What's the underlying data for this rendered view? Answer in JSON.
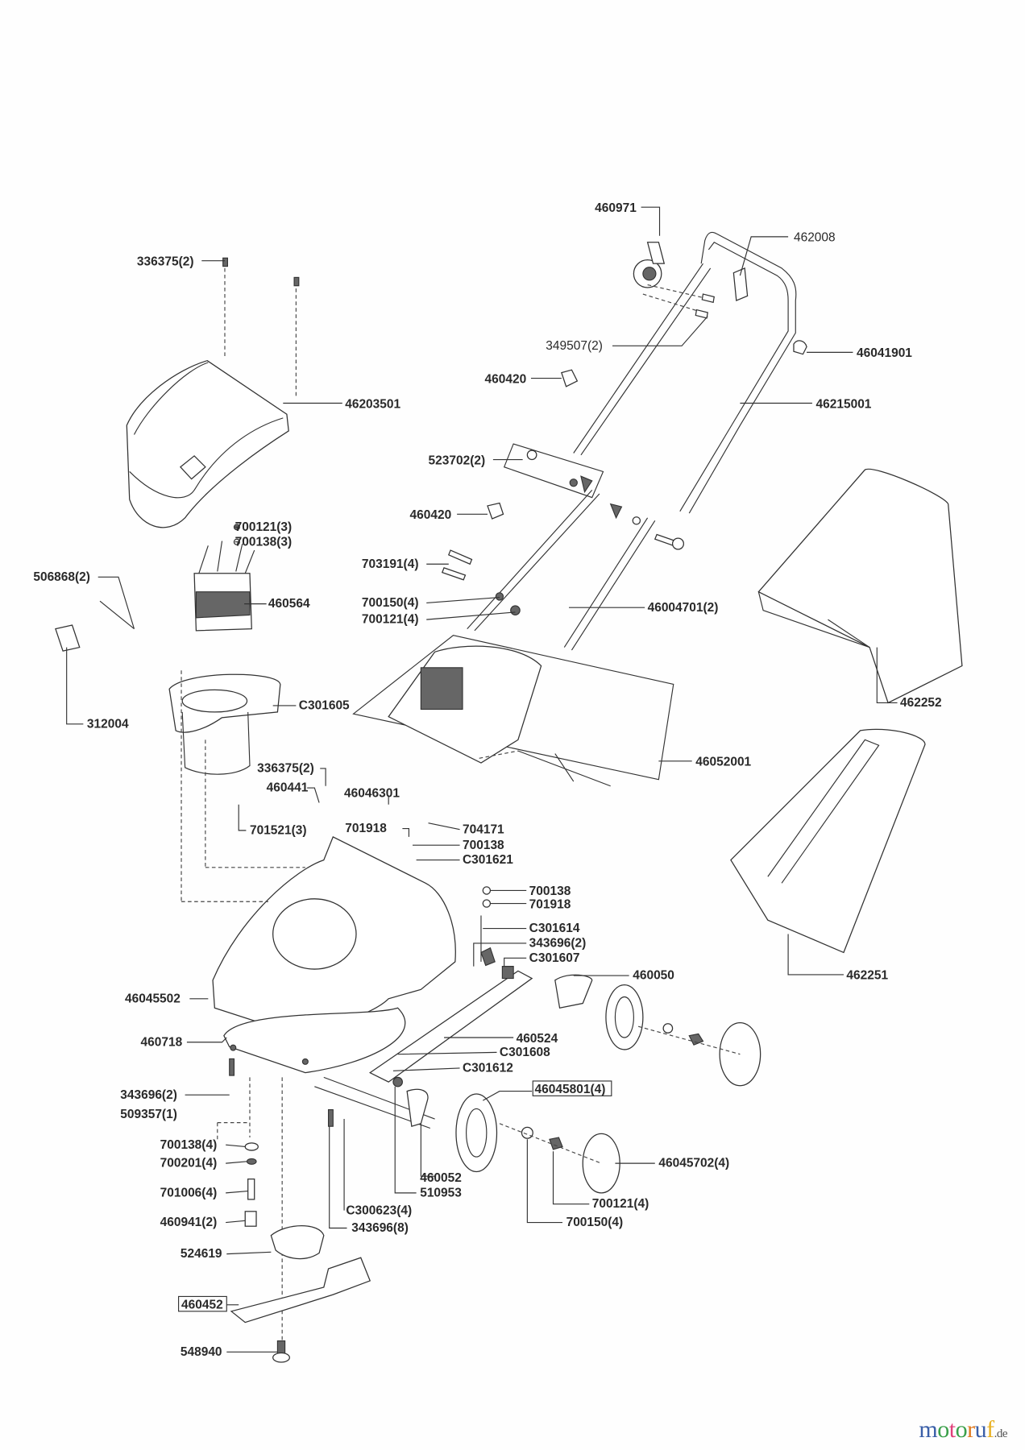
{
  "diagram": {
    "labels": {
      "l460971": "460971",
      "l462008": "462008",
      "l336375a": "336375(2)",
      "l349507": "349507(2)",
      "l46041901": "46041901",
      "l460420a": "460420",
      "l46203501": "46203501",
      "l46215001": "46215001",
      "l523702": "523702(2)",
      "l460420b": "460420",
      "l700121_3": "700121(3)",
      "l700138_3": "700138(3)",
      "l506868": "506868(2)",
      "l703191": "703191(4)",
      "l460564": "460564",
      "l700150_4a": "700150(4)",
      "l700121_4a": "700121(4)",
      "l46004701": "46004701(2)",
      "l312004": "312004",
      "lC301605": "C301605",
      "l462252": "462252",
      "l46052001": "46052001",
      "l336375b": "336375(2)",
      "l460441": "460441",
      "l46046301": "46046301",
      "l701918a": "701918",
      "l704171": "704171",
      "l700138a": "700138",
      "l701521": "701521(3)",
      "lC301621": "C301621",
      "l700138b": "700138",
      "l701918b": "701918",
      "lC301614": "C301614",
      "l343696_2a": "343696(2)",
      "lC301607": "C301607",
      "l460050": "460050",
      "l462251": "462251",
      "l46045502": "46045502",
      "l460524": "460524",
      "l460718": "460718",
      "lC301608": "C301608",
      "lC301612": "C301612",
      "l46045801": "46045801(4)",
      "l343696_2b": "343696(2)",
      "l509357": "509357(1)",
      "l700138_4": "700138(4)",
      "l700201_4": "700201(4)",
      "l460052": "460052",
      "l46045702": "46045702(4)",
      "l701006": "701006(4)",
      "l510953": "510953",
      "lC300623": "C300623(4)",
      "l700121_4b": "700121(4)",
      "l460941": "460941(2)",
      "l700150_4b": "700150(4)",
      "l343696_8": "343696(8)",
      "l524619": "524619",
      "l460452": "460452",
      "l548940": "548940"
    }
  },
  "watermark": {
    "letters": [
      "m",
      "o",
      "t",
      "o",
      "r",
      "u",
      "f"
    ],
    "colors": [
      "#3a5fa8",
      "#3a5fa8",
      "#3aa04a",
      "#e0407a",
      "#3aa04a",
      "#e07a20",
      "#3a5fa8",
      "#e8b020"
    ],
    "suffix": ".de"
  }
}
